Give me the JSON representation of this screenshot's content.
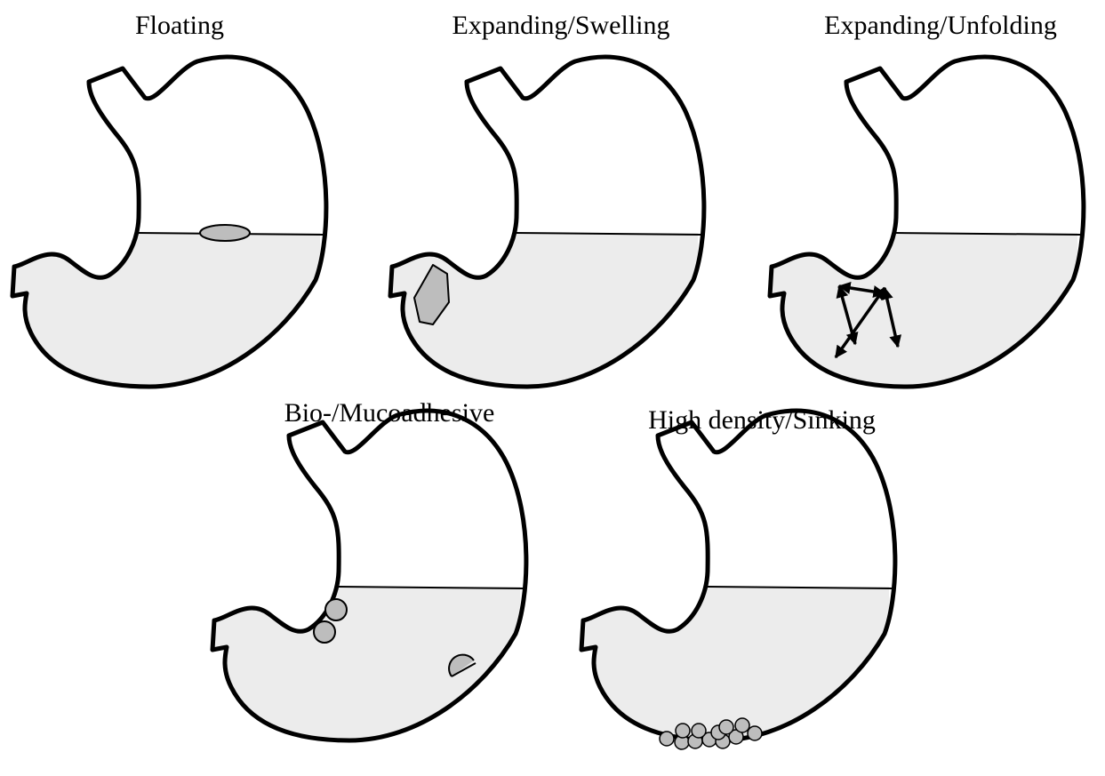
{
  "panels": [
    {
      "id": "floating",
      "title": "Floating"
    },
    {
      "id": "swelling",
      "title": "Expanding/Swelling"
    },
    {
      "id": "unfolding",
      "title": "Expanding/Unfolding"
    },
    {
      "id": "mucoadhesive",
      "title": "Bio-/Mucoadhesive"
    },
    {
      "id": "sinking",
      "title": "High density/Sinking"
    }
  ],
  "colors": {
    "outline": "#000000",
    "gastric_fluid": "#ececec",
    "dosage_form": "#bdbdbd"
  }
}
